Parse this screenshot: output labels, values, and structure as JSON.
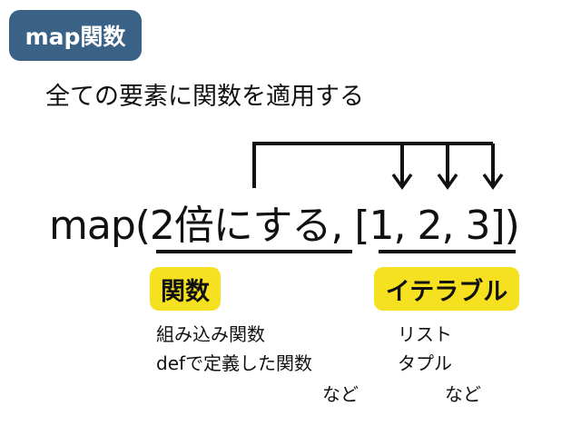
{
  "badge": {
    "label": "map関数"
  },
  "subtitle": "全ての要素に関数を適用する",
  "formula": {
    "prefix": "map(",
    "func": "2倍にする",
    "comma": ", ",
    "iter": "[1, 2, 3]",
    "suffix": ")"
  },
  "labels": {
    "function": "関数",
    "iterable": "イテラブル"
  },
  "function_examples": {
    "line1": "組み込み関数",
    "line2": "defで定義した関数",
    "etc": "など"
  },
  "iterable_examples": {
    "line1": "リスト",
    "line2": "タプル",
    "etc": "など"
  },
  "colors": {
    "badge_bg": "#3a6186",
    "highlight": "#f5e11f",
    "text": "#111111"
  }
}
